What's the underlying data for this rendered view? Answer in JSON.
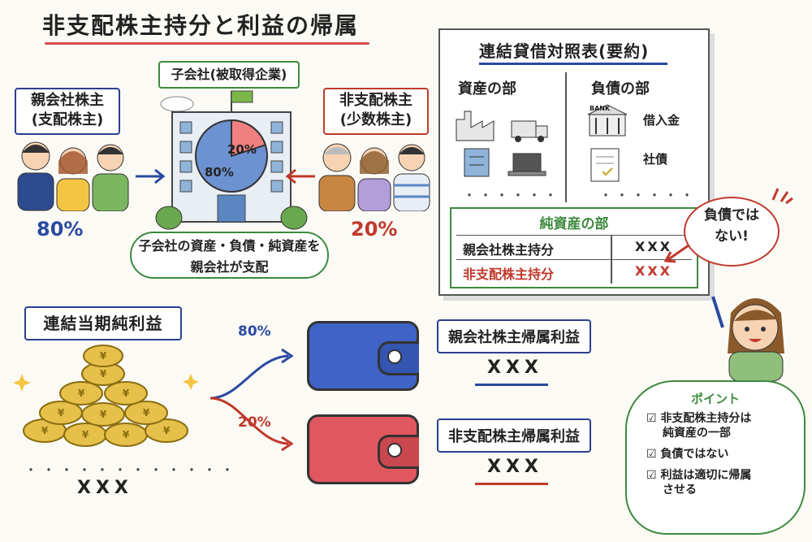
{
  "title": "非支配株主持分と利益の帰属",
  "subsidiary": {
    "label": "子会社(被取得企業)",
    "pie_parent": "80%",
    "pie_nci": "20%"
  },
  "parent_shareholders": {
    "line1": "親会社株主",
    "line2": "(支配株主)",
    "percent": "80%"
  },
  "nci_shareholders": {
    "line1": "非支配株主",
    "line2": "(少数株主)",
    "percent": "20%"
  },
  "control_note": {
    "line1": "子会社の資産・負債・純資産を",
    "line2": "親会社が支配"
  },
  "balance_sheet": {
    "title": "連結貸借対照表(要約)",
    "assets_header": "資産の部",
    "liabilities_header": "負債の部",
    "bank_sign": "BANK",
    "borrowings": "借入金",
    "bonds": "社債",
    "dots": "・・・・・・",
    "net_assets_header": "純資産の部",
    "rows": [
      {
        "label": "親会社株主持分",
        "value": "XXX"
      },
      {
        "label": "非支配株主持分",
        "value": "XXX"
      }
    ]
  },
  "not_liability_bubble": {
    "line1": "負債では",
    "line2": "ない!"
  },
  "net_income": {
    "label": "連結当期純利益",
    "dots": "・・・・・・・・・・・・",
    "value": "XXX"
  },
  "flows": [
    {
      "percent": "80%",
      "label": "親会社株主帰属利益",
      "value": "XXX"
    },
    {
      "percent": "20%",
      "label": "非支配株主帰属利益",
      "value": "XXX"
    }
  ],
  "points": {
    "title": "ポイント",
    "items": [
      "非支配株主持分は",
      "純資産の一部",
      "負債ではない",
      "利益は適切に帰属",
      "させる"
    ]
  },
  "colors": {
    "blue": "#2a4aa0",
    "red": "#c0392b",
    "green": "#3d8a3d"
  }
}
